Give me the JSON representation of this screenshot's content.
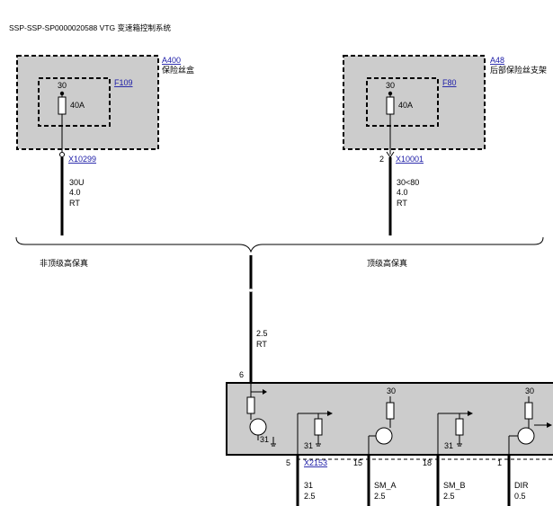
{
  "title": "SSP-SSP-SP0000020588 VTG 变速箱控制系统",
  "components": {
    "left": {
      "id": "A400",
      "name": "保险丝盒",
      "fuse": {
        "id": "F109",
        "pin": "30",
        "rating": "40A"
      },
      "connector": "X10299",
      "wire": {
        "signal": "30U",
        "size": "4.0",
        "color": "RT"
      }
    },
    "right": {
      "id": "A48",
      "name": "后部保险丝支架",
      "fuse": {
        "id": "F80",
        "pin": "30",
        "rating": "40A"
      },
      "connector": "X10001",
      "connector_pin": "2",
      "wire": {
        "signal": "30<80",
        "size": "4.0",
        "color": "RT"
      }
    }
  },
  "variants": {
    "left": "非顶级高保真",
    "right": "顶级高保真"
  },
  "main_wire": {
    "size": "2.5",
    "color": "RT",
    "pin": "6"
  },
  "module": {
    "supply_labels": [
      "30",
      "30"
    ],
    "ground_labels": [
      "31",
      "31",
      "31"
    ],
    "connector": "X2153",
    "pins": [
      {
        "pin": "5",
        "signal": "31",
        "size": "2.5"
      },
      {
        "pin": "15",
        "signal": "SM_A",
        "size": "2.5"
      },
      {
        "pin": "18",
        "signal": "SM_B",
        "size": "2.5"
      },
      {
        "pin": "1",
        "signal": "DIR",
        "size": "0.5"
      }
    ]
  }
}
